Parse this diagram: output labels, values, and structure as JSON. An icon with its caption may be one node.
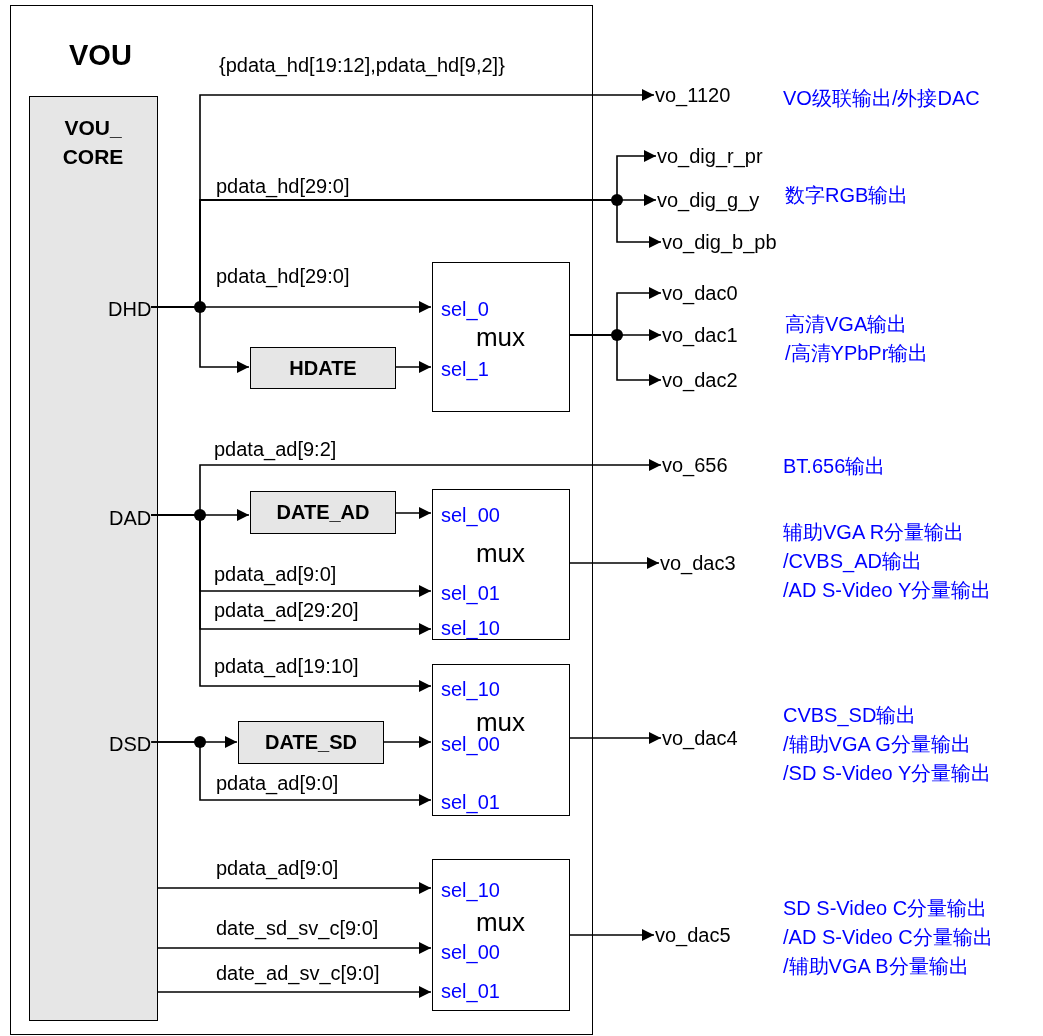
{
  "diagram": {
    "nodes": [
      {
        "text": [
          "VOU"
        ]
      },
      {
        "text": [
          "VOU_ CORE"
        ],
        "in": 0
      },
      {
        "text": [
          "DHD"
        ],
        "in": 1
      },
      {
        "text": [
          "DAD"
        ],
        "in": 1
      },
      {
        "text": [
          "DSD"
        ],
        "in": 1
      },
      {
        "text": [
          "HDATE"
        ],
        "in": 0
      },
      {
        "text": [
          "sel_0",
          "mux",
          "sel_1"
        ],
        "in": 0
      },
      {
        "text": [
          "DATE_AD"
        ],
        "in": 0
      },
      {
        "text": [
          "sel_00",
          "mux",
          "sel_01",
          "sel_10"
        ],
        "in": 0
      },
      {
        "text": [
          "DATE_SD"
        ],
        "in": 0
      },
      {
        "text": [
          "sel_10",
          "mux",
          "sel_00",
          "sel_01"
        ],
        "in": 0
      },
      {
        "text": [
          "sel_10",
          "mux",
          "sel_00",
          "sel_01"
        ],
        "in": 0
      },
      {
        "text": [
          "vo_1120"
        ],
        "beside": [
          "VO级联输出/外接DAC"
        ]
      },
      {
        "text": [
          "vo_dig_r_pr"
        ]
      },
      {
        "text": [
          "vo_dig_g_y"
        ],
        "beside": [
          "数字RGB输出"
        ]
      },
      {
        "text": [
          "vo_dig_b_pb"
        ]
      },
      {
        "text": [
          "vo_dac0"
        ]
      },
      {
        "text": [
          "vo_dac1"
        ],
        "beside": [
          "高清VGA输出 /高清YPbPr输出"
        ]
      },
      {
        "text": [
          "vo_dac2"
        ]
      },
      {
        "text": [
          "vo_656"
        ],
        "beside": [
          "BT.656输出"
        ]
      },
      {
        "text": [
          "vo_dac3"
        ],
        "beside": [
          "辅助VGA R分量输出 /CVBS_AD输出 /AD S-Video Y分量输出"
        ]
      },
      {
        "text": [
          "vo_dac4"
        ],
        "beside": [
          "CVBS_SD输出 /辅助VGA G分量输出 /SD S-Video Y分量输出"
        ]
      },
      {
        "text": [
          "vo_dac5"
        ],
        "beside": [
          "SD S-Video C分量输出 /AD S-Video C分量输出 /辅助VGA B分量输出"
        ]
      }
    ],
    "edges": [
      {
        "from": 2,
        "to": 12,
        "arrow": "to",
        "label": "{pdata_hd[19:12],pdata_hd[9,2]}"
      },
      {
        "from": 2,
        "to": 13,
        "arrow": "to"
      },
      {
        "from": 2,
        "to": 14,
        "arrow": "to",
        "label": "pdata_hd[29:0]"
      },
      {
        "from": 2,
        "to": 15,
        "arrow": "to"
      },
      {
        "from": 2,
        "to": 6,
        "arrow": "to",
        "label": "pdata_hd[29:0]"
      },
      {
        "from": 2,
        "to": 5,
        "arrow": "to"
      },
      {
        "from": 5,
        "to": 6,
        "arrow": "to"
      },
      {
        "from": 6,
        "to": 16,
        "arrow": "to"
      },
      {
        "from": 6,
        "to": 17,
        "arrow": "to"
      },
      {
        "from": 6,
        "to": 18,
        "arrow": "to"
      },
      {
        "from": 3,
        "to": 19,
        "arrow": "to",
        "label": "pdata_ad[9:2]"
      },
      {
        "from": 3,
        "to": 7,
        "arrow": "to"
      },
      {
        "from": 7,
        "to": 8,
        "arrow": "to"
      },
      {
        "from": 3,
        "to": 8,
        "arrow": "to",
        "label": "pdata_ad[9:0]"
      },
      {
        "from": 3,
        "to": 8,
        "arrow": "to",
        "label": "pdata_ad[29:20]"
      },
      {
        "from": 3,
        "to": 10,
        "arrow": "to",
        "label": "pdata_ad[19:10]"
      },
      {
        "from": 8,
        "to": 20,
        "arrow": "to"
      },
      {
        "from": 4,
        "to": 9,
        "arrow": "to"
      },
      {
        "from": 9,
        "to": 10,
        "arrow": "to"
      },
      {
        "from": 4,
        "to": 10,
        "arrow": "to",
        "label": "pdata_ad[9:0]"
      },
      {
        "from": 10,
        "to": 21,
        "arrow": "to"
      },
      {
        "from": 1,
        "to": 11,
        "arrow": "to",
        "label": "pdata_ad[9:0]"
      },
      {
        "from": 1,
        "to": 11,
        "arrow": "to",
        "label": "date_sd_sv_c[9:0]"
      },
      {
        "from": 1,
        "to": 11,
        "arrow": "to",
        "label": "date_ad_sv_c[9:0]"
      },
      {
        "from": 11,
        "to": 22,
        "arrow": "to"
      }
    ]
  }
}
